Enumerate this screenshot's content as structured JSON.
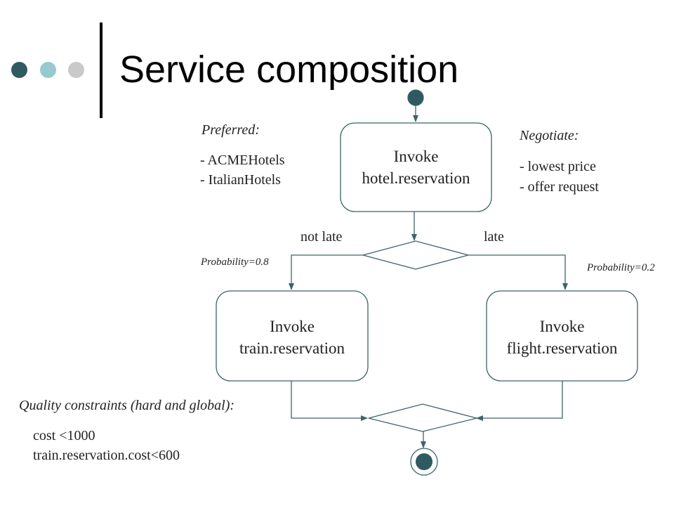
{
  "slide": {
    "title": "Service composition",
    "dot_colors": [
      "#2f5a5f",
      "#97c9d0",
      "#c9c9c9"
    ]
  },
  "diagram": {
    "hotel": {
      "line1": "Invoke",
      "line2": "hotel.reservation"
    },
    "train": {
      "line1": "Invoke",
      "line2": "train.reservation"
    },
    "flight": {
      "line1": "Invoke",
      "line2": "flight.reservation"
    },
    "branch_not_late": "not late",
    "branch_late": "late",
    "prob_left": "Probability=0.8",
    "prob_right": "Probability=0.2",
    "preferred": {
      "heading": "Preferred:",
      "items": [
        "- ACMEHotels",
        "- ItalianHotels"
      ]
    },
    "negotiate": {
      "heading": "Negotiate:",
      "items": [
        "- lowest price",
        "- offer request"
      ]
    },
    "quality": {
      "heading": "Quality constraints (hard and global):",
      "items": [
        "cost <1000",
        "train.reservation.cost<600"
      ]
    },
    "colors": {
      "line": "#3b6468",
      "node_fill": "#2f5a5f"
    }
  }
}
